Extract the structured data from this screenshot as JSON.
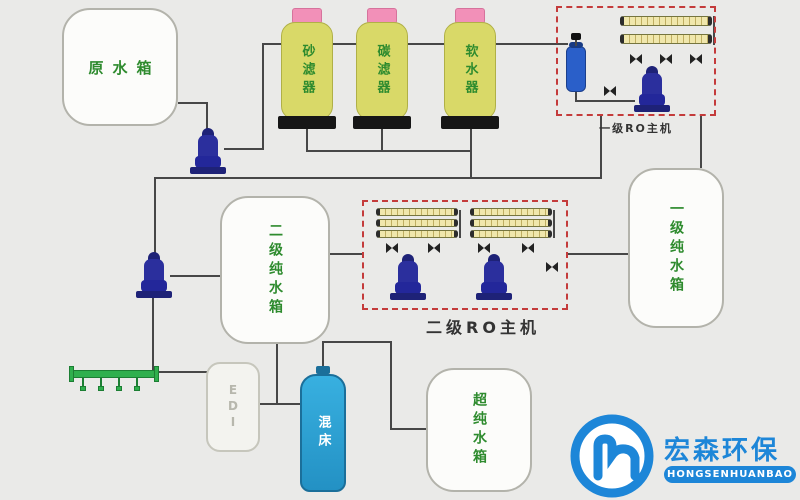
{
  "diagram_title_implicit": "ultrapure water treatment process flow",
  "tanks": {
    "raw": "原水箱",
    "pure1": "一级纯水箱",
    "pure2": "二级纯水箱",
    "ultrapure": "超纯水箱"
  },
  "filters": [
    "砂滤器",
    "碳滤器",
    "软水器"
  ],
  "ro": {
    "stage1_label": "一级RO主机",
    "stage2_label": "二级RO主机"
  },
  "devices": {
    "mixed_bed": "混床",
    "edi": "EDI"
  },
  "logo": {
    "name_cn": "宏森环保",
    "name_en": "HONGSENHUANBAO"
  },
  "colors": {
    "background": "#eaeae8",
    "tank_border": "#b3b3ab",
    "filter_yellow": "#d9d968",
    "cap_pink": "#f290b8",
    "pump_blue": "#2b2f9d",
    "membrane_yellow": "#f0e7ac",
    "dashed_red": "#c43b3b",
    "label_green": "#2e8b2e",
    "mixed_bed_blue": "#2fa8dd",
    "manifold_green": "#2faf4d",
    "logo_blue": "#1d86d8",
    "pipe_dark": "#474747"
  }
}
